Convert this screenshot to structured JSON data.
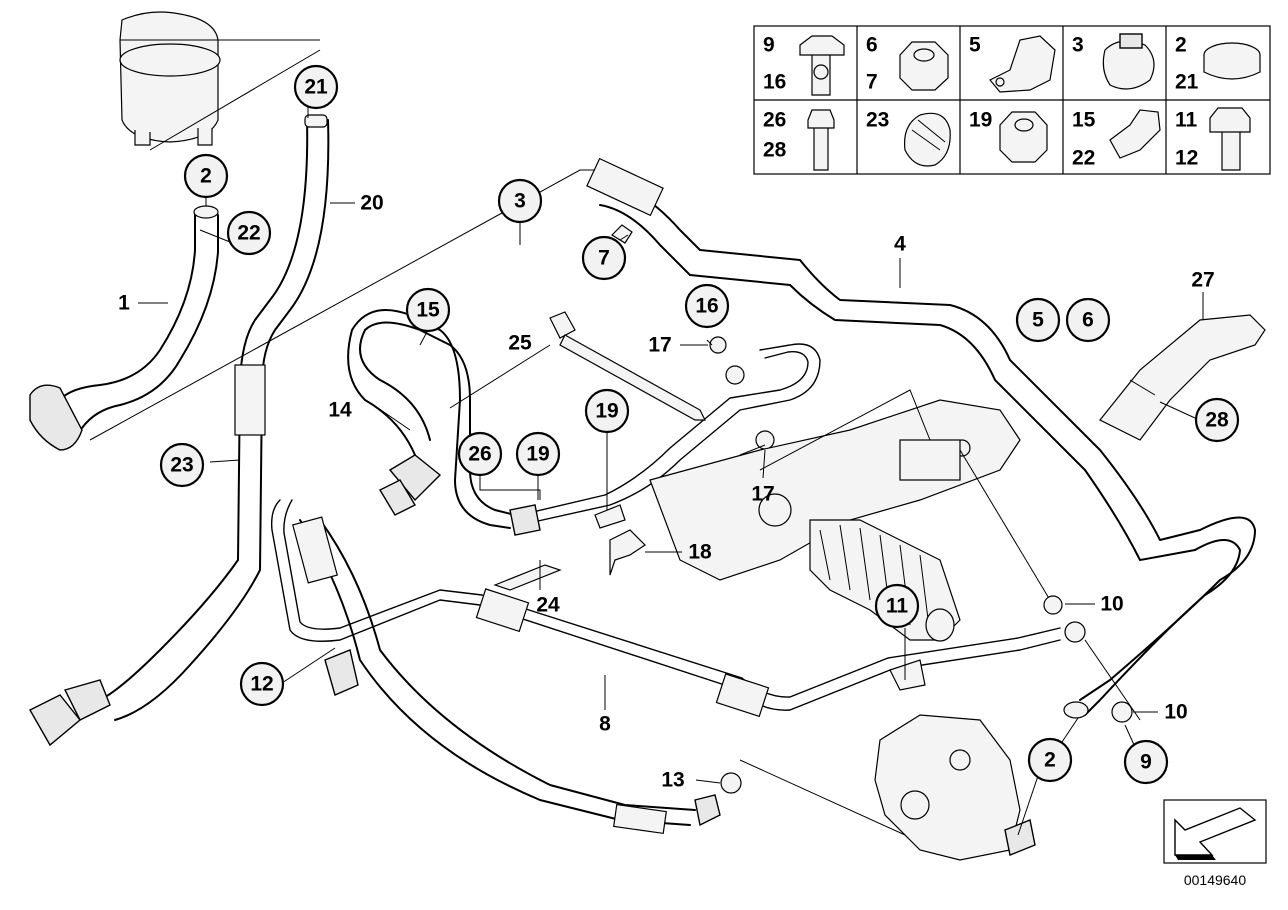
{
  "diagram": {
    "callouts": [
      "21",
      "2",
      "22",
      "23",
      "3",
      "7",
      "15",
      "16",
      "14",
      "25",
      "26",
      "19",
      "19",
      "17",
      "12",
      "13",
      "11",
      "5",
      "6",
      "28",
      "2",
      "9"
    ],
    "labels": [
      "20",
      "1",
      "4",
      "17",
      "18",
      "24",
      "8",
      "10",
      "10",
      "27"
    ],
    "legend": [
      {
        "a": "9",
        "b": "16"
      },
      {
        "a": "6",
        "b": "7"
      },
      {
        "a": "5",
        "b": ""
      },
      {
        "a": "3",
        "b": ""
      },
      {
        "a": "2",
        "b": "21"
      },
      {
        "a": "26",
        "b": "28"
      },
      {
        "a": "23",
        "b": ""
      },
      {
        "a": "19",
        "b": ""
      },
      {
        "a": "15",
        "b": "22"
      },
      {
        "a": "11",
        "b": "12"
      }
    ],
    "image_number": "00149640"
  }
}
